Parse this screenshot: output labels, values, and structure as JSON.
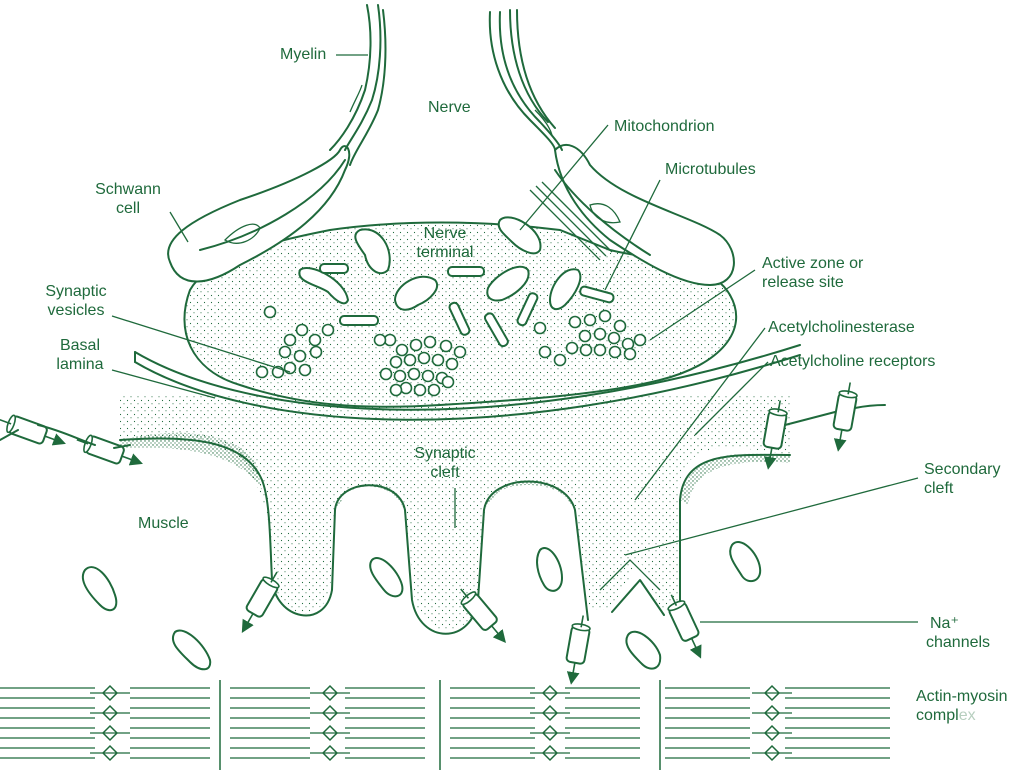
{
  "labels": {
    "myelin": "Myelin",
    "nerve": "Nerve",
    "mitochondrion": "Mitochondrion",
    "microtubules": "Microtubules",
    "schwann_1": "Schwann",
    "schwann_2": "cell",
    "nerve_terminal_1": "Nerve",
    "nerve_terminal_2": "terminal",
    "active_zone_1": "Active zone or",
    "active_zone_2": "release site",
    "synaptic_vesicles_1": "Synaptic",
    "synaptic_vesicles_2": "vesicles",
    "basal_lamina_1": "Basal",
    "basal_lamina_2": "lamina",
    "acetylcholinesterase": "Acetylcholinesterase",
    "acetylcholine_receptors": "Acetylcholine receptors",
    "synaptic_cleft_1": "Synaptic",
    "synaptic_cleft_2": "cleft",
    "secondary_cleft_1": "Secondary",
    "secondary_cleft_2": "cleft",
    "muscle": "Muscle",
    "na_channels_1": "Na⁺",
    "na_channels_2": "channels",
    "actin_myosin_1": "Actin-myosin",
    "actin_myosin_2a": "compl",
    "actin_myosin_2b": "ex"
  },
  "colors": {
    "ink": "#1f6a3c",
    "background": "#ffffff",
    "faded_text": "#b7cfbf"
  }
}
